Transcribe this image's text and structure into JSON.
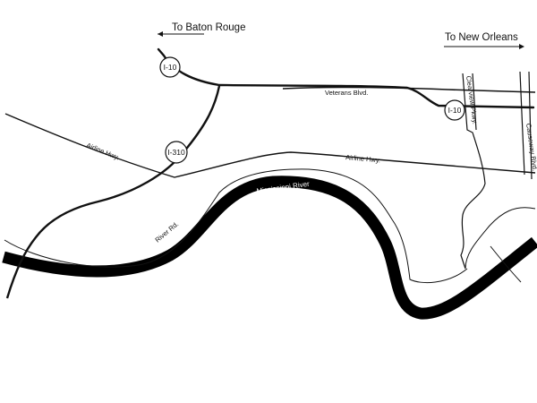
{
  "map": {
    "colors": {
      "background": "#ffffff",
      "ink": "#111111",
      "river": "#000000"
    },
    "directions": {
      "baton_rouge": "To Baton Rouge",
      "new_orleans": "To New Orleans"
    },
    "shields": {
      "i10_west": "I-10",
      "i10_east": "I-10",
      "i310": "I-310"
    },
    "roads": {
      "veterans_blvd": "Veterans Blvd.",
      "airline_hwy_west": "Airline Hwy.",
      "airline_hwy_east": "Airline Hwy.",
      "river_rd": "River Rd.",
      "clearview_pkwy": "Clearview Pkwy.",
      "causeway_blvd": "Causeway Blvd."
    },
    "water": {
      "mississippi_river": "Mississippi River"
    }
  }
}
